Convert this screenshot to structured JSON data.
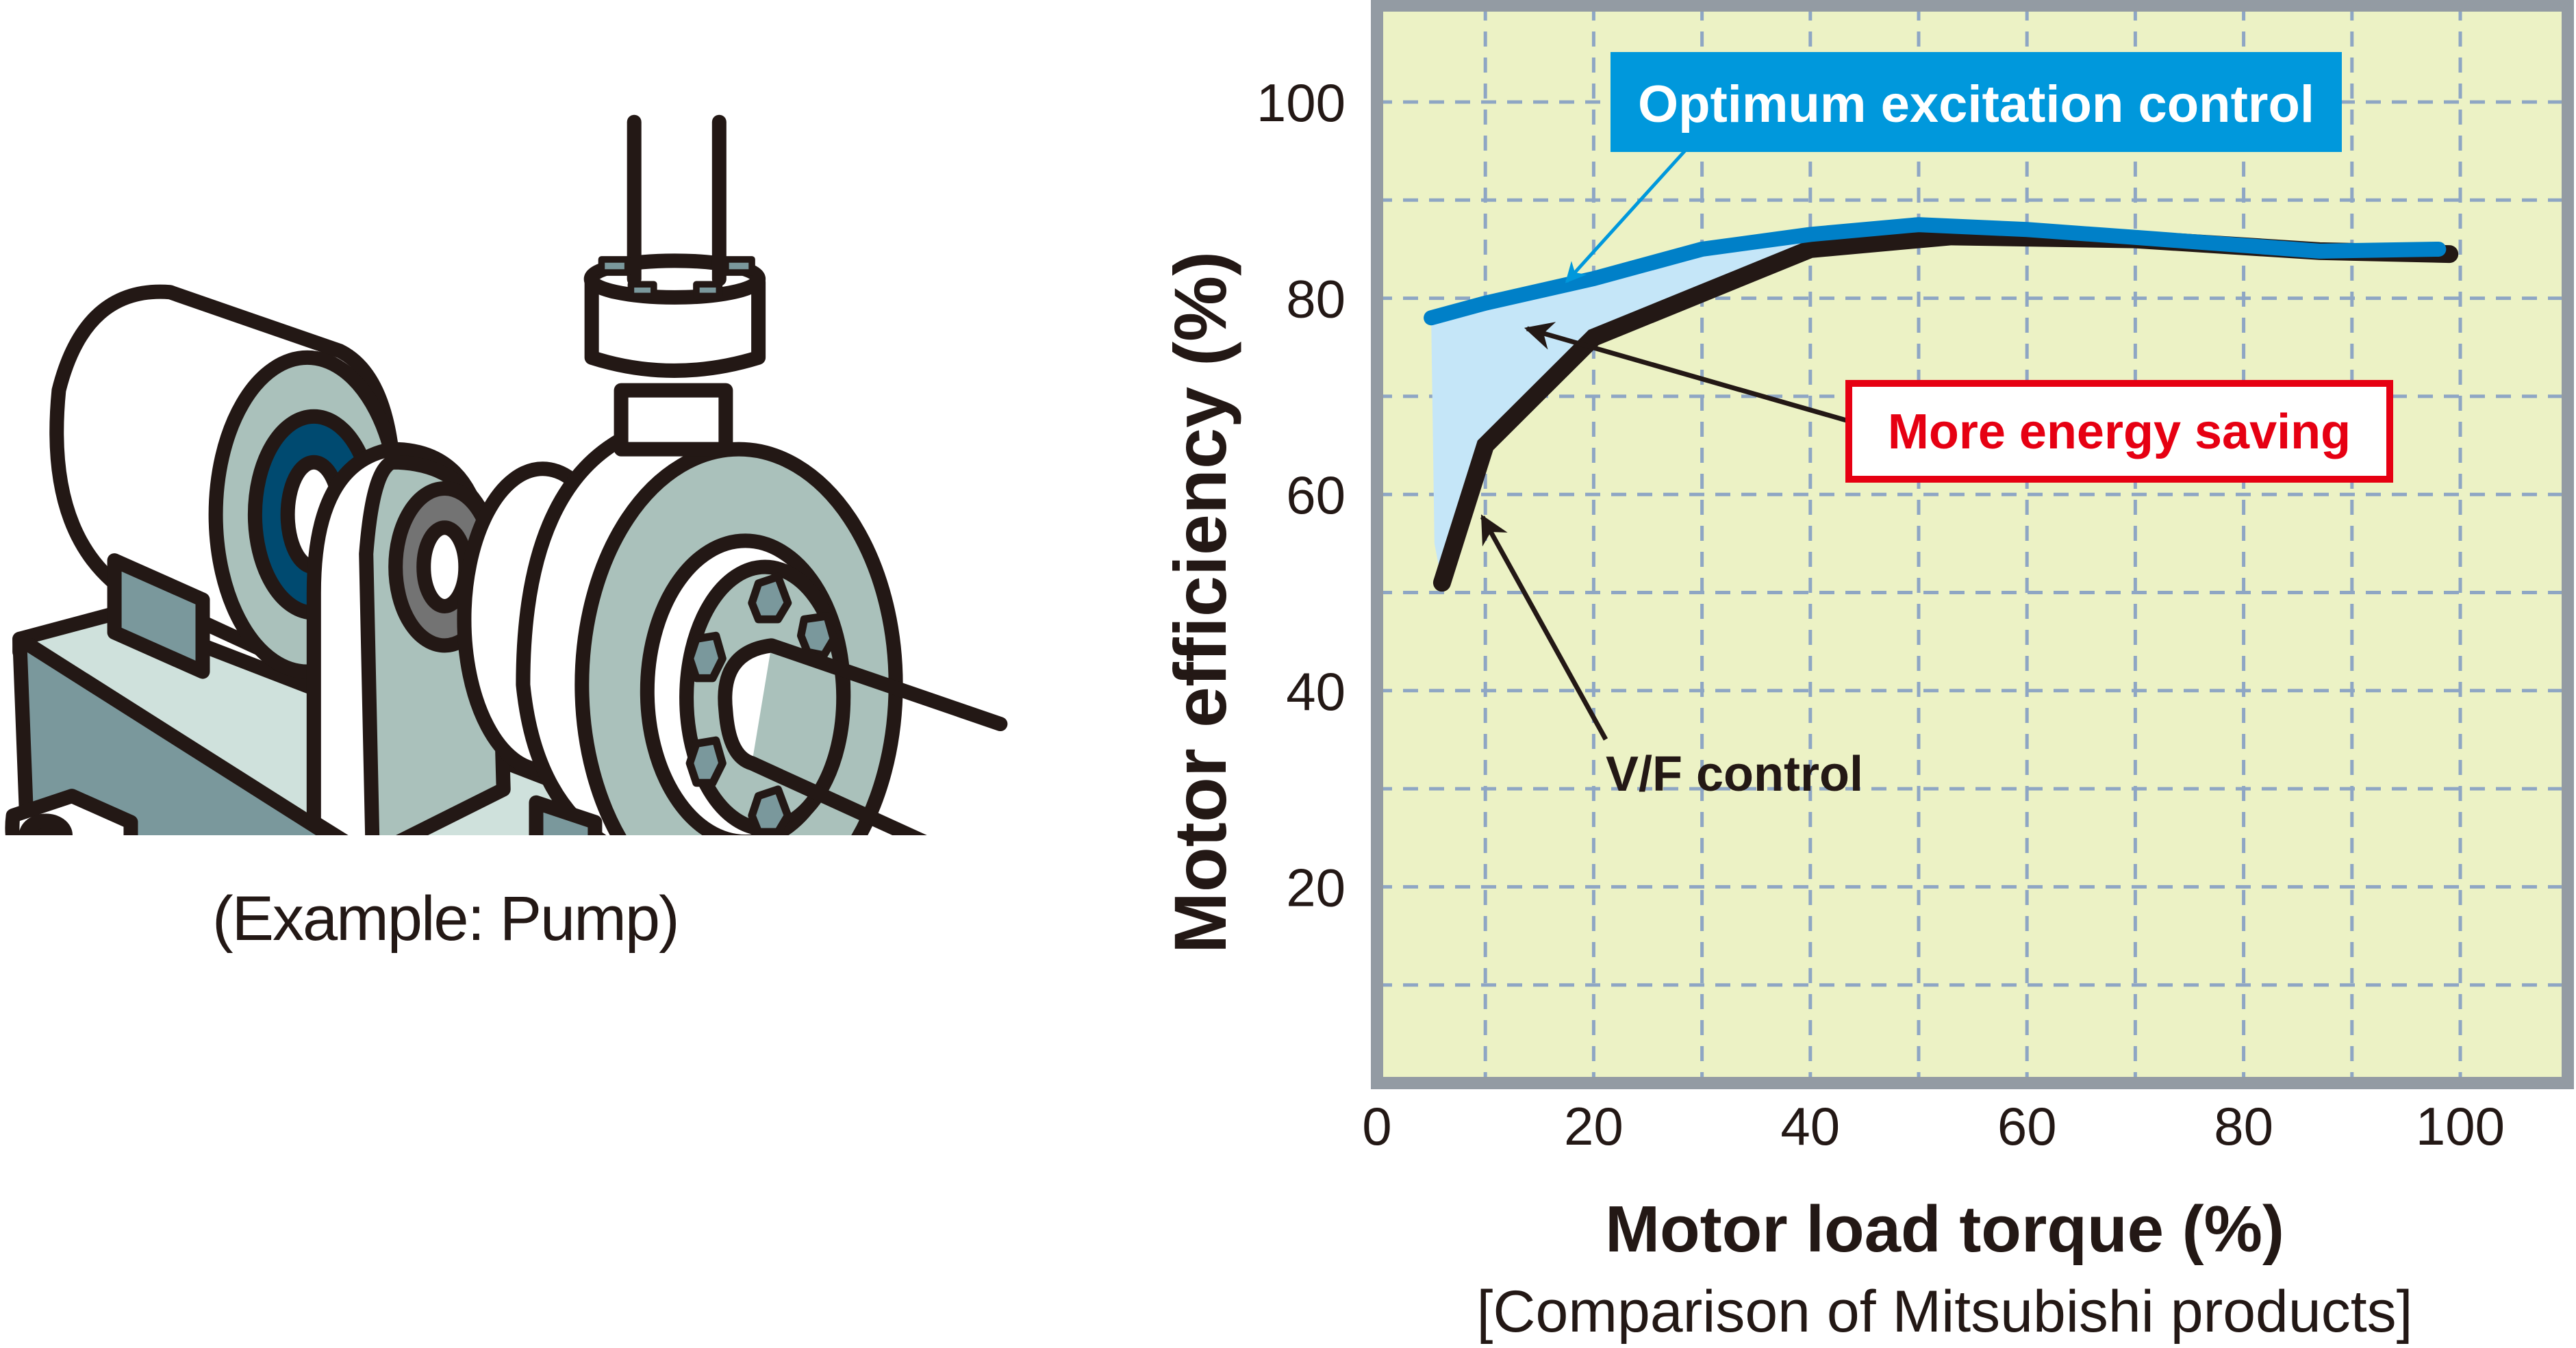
{
  "illustration": {
    "caption": "(Example: Pump)",
    "colors": {
      "outline": "#231815",
      "body_light": "#aac1bb",
      "body_dark": "#7a989c",
      "base_top": "#cfe1dc",
      "seal_blue": "#004a70",
      "seal_gray": "#737373",
      "bolt": "#7a989c"
    }
  },
  "chart_data": {
    "type": "line",
    "title": "",
    "xlabel": "Motor load torque (%)",
    "ylabel": "Motor efficiency (%)",
    "subtitle": "[Comparison of Mitsubishi products]",
    "xlim": [
      0,
      110
    ],
    "ylim": [
      0,
      110
    ],
    "x_ticks": [
      0,
      20,
      40,
      60,
      80,
      100
    ],
    "x_tick_labels": [
      "0",
      "20",
      "40",
      "60",
      "80",
      "100"
    ],
    "y_ticks": [
      20,
      40,
      60,
      80,
      100
    ],
    "y_tick_labels": [
      "20",
      "40",
      "60",
      "80",
      "100"
    ],
    "grid": true,
    "grid_step_x": 10,
    "grid_step_y": 10,
    "background": "#ecf2c5",
    "frame_color": "#939ba3",
    "grid_color": "#8ea6c4",
    "series": [
      {
        "name": "Optimum excitation control",
        "color": "#0080c8",
        "points": [
          [
            5,
            78
          ],
          [
            10,
            79.5
          ],
          [
            20,
            82
          ],
          [
            30,
            85
          ],
          [
            40,
            86.5
          ],
          [
            50,
            87.5
          ],
          [
            60,
            87
          ],
          [
            70,
            86.2
          ],
          [
            87,
            84.8
          ],
          [
            98,
            85
          ]
        ]
      },
      {
        "name": "V/F control",
        "color": "#231815",
        "points": [
          [
            6,
            51
          ],
          [
            10,
            65
          ],
          [
            20,
            76
          ],
          [
            30,
            80.5
          ],
          [
            40,
            85
          ],
          [
            53,
            86.3
          ],
          [
            70,
            86
          ],
          [
            87,
            84.8
          ],
          [
            99,
            84.5
          ]
        ]
      }
    ],
    "fill_between": {
      "label": "More energy saving",
      "color": "#c5e6f8"
    },
    "annotations": [
      {
        "text": "Optimum excitation control",
        "style": "blue-box",
        "box_color": "#0098dc",
        "text_color": "#ffffff",
        "points_to": [
          17,
          81
        ]
      },
      {
        "text": "More energy saving",
        "style": "red-outline-box",
        "border_color": "#e60012",
        "text_color": "#e60012",
        "points_to": [
          14,
          77
        ]
      },
      {
        "text": "V/F control",
        "style": "plain",
        "text_color": "#231815",
        "points_to": [
          10,
          58
        ]
      }
    ]
  }
}
